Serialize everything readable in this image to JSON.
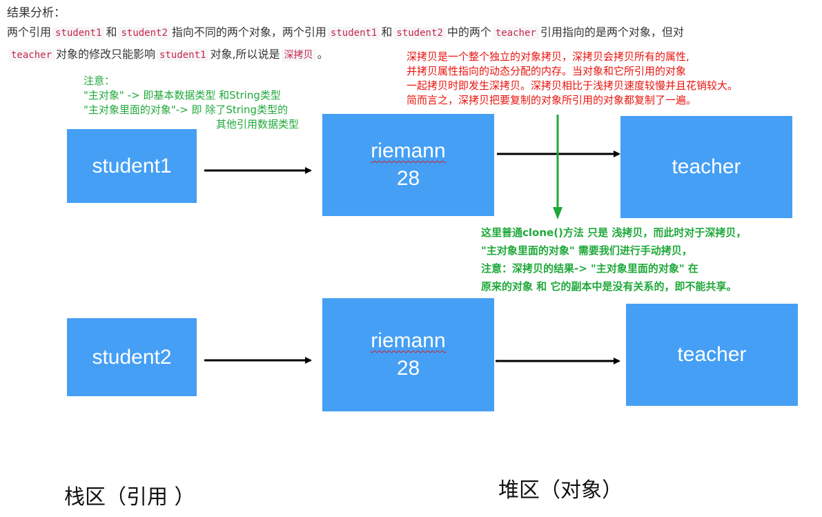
{
  "heading": "结果分析：",
  "paragraph": {
    "line1": [
      {
        "t": "两个引用"
      },
      {
        "c": "student1"
      },
      {
        "t": "和"
      },
      {
        "c": "student2"
      },
      {
        "t": "指向不同的两个对象，两个引用"
      },
      {
        "c": "student1"
      },
      {
        "t": "和"
      },
      {
        "c": "student2"
      },
      {
        "t": "中的两个"
      },
      {
        "c": "teacher"
      },
      {
        "t": "引用指向的是两个对象，但对"
      }
    ],
    "line2": [
      {
        "c": "teacher"
      },
      {
        "t": "对象的修改只能影响"
      },
      {
        "c": "student1"
      },
      {
        "t": "对象,所以说是"
      },
      {
        "c": "深拷贝"
      },
      {
        "t": "。"
      }
    ]
  },
  "red_note": [
    "深拷贝是一个整个独立的对象拷贝，深拷贝会拷贝所有的属性,",
    "并拷贝属性指向的动态分配的内存。当对象和它所引用的对象",
    "一起拷贝时即发生深拷贝。深拷贝相比于浅拷贝速度较慢并且花销较大。",
    "简而言之，深拷贝把要复制的对象所引用的对象都复制了一遍。"
  ],
  "green_note": {
    "l1": "注意：",
    "l2": "\"主对象\" -> 即基本数据类型 和String类型",
    "l3": "\"主对象里面的对象\"-> 即 除了String类型的",
    "l4": "其他引用数据类型"
  },
  "green_bold_note": [
    "这里普通clone()方法 只是 浅拷贝，而此时对于深拷贝，",
    " \"主对象里面的对象\" 需要我们进行手动拷贝，",
    "注意：深拷贝的结果-> \"主对象里面的对象\" 在",
    " 原来的对象 和 它的副本中是没有关系的，即不能共享。"
  ],
  "row1": {
    "ref": "student1",
    "obj_name": "riemann",
    "obj_age": "28",
    "teacher": "teacher"
  },
  "row2": {
    "ref": "student2",
    "obj_name": "riemann",
    "obj_age": "28",
    "teacher": "teacher"
  },
  "labels": {
    "stack": "栈区（引用 ）",
    "heap": "堆区（对象）"
  },
  "colors": {
    "box": "#459ff5",
    "red": "#e8140f",
    "green": "#1fa83a",
    "code": "#c7254e"
  }
}
